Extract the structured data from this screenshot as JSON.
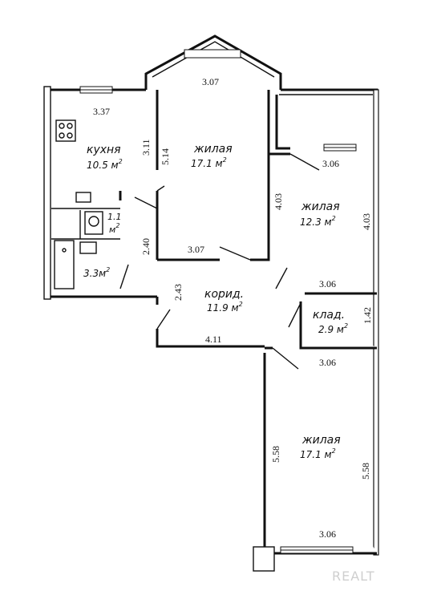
{
  "rooms": {
    "kitchen": {
      "name": "кухня",
      "area": "10.5 м",
      "sup": "2"
    },
    "living1": {
      "name": "жилая",
      "area": "17.1 м",
      "sup": "2"
    },
    "living2": {
      "name": "жилая",
      "area": "12.3 м",
      "sup": "2"
    },
    "corridor": {
      "name": "корид.",
      "area": "11.9 м",
      "sup": "2"
    },
    "storage": {
      "name": "клад.",
      "area": "2.9 м",
      "sup": "2"
    },
    "living3": {
      "name": "жилая",
      "area": "17.1 м",
      "sup": "2"
    },
    "wc": {
      "area": "1.1",
      "unit": "м",
      "sup": "2"
    },
    "bath": {
      "area": "3.3м",
      "sup": "2"
    }
  },
  "dimensions": {
    "kitchen_width": "3.37",
    "kitchen_depth": "3.11",
    "living1_top": "3.07",
    "living1_side": "5.14",
    "living1_bottom": "3.07",
    "bath_side": "2.40",
    "living2_top": "3.06",
    "living2_left": "4.03",
    "living2_right": "4.03",
    "living2_bottom": "3.06",
    "corridor_side": "2.43",
    "corridor_bottom": "4.11",
    "storage_side": "1.42",
    "storage_bottom": "3.06",
    "living3_left": "5.58",
    "living3_right": "5.58",
    "living3_bottom": "3.06"
  },
  "watermark": "REALT",
  "colors": {
    "line": "#111111",
    "background": "#ffffff",
    "watermark": "#cfcfcf"
  }
}
